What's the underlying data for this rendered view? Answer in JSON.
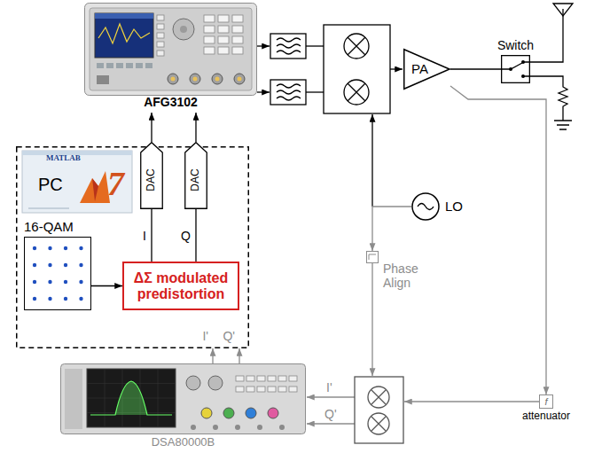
{
  "diagram": {
    "nodes": [
      {
        "text": [
          "PC"
        ]
      },
      {
        "text": [
          "16-QAM"
        ],
        "in": 0
      },
      {
        "text": [
          "ΔΣ modulated predistortion"
        ],
        "in": 0
      },
      {
        "text": [
          "DAC"
        ],
        "in": 0
      },
      {
        "text": [
          "DAC"
        ],
        "in": 0
      },
      {
        "text": [
          "AFG3102"
        ]
      },
      {
        "text": [
          "PA"
        ]
      },
      {
        "text": [
          "Switch"
        ]
      },
      {
        "text": [
          "LO"
        ]
      },
      {
        "text": [
          "Phase Align"
        ]
      },
      {
        "text": [
          "f",
          "attenuator"
        ]
      },
      {
        "text": [
          "DSA80000B"
        ]
      }
    ],
    "edges": [
      {
        "from": 1,
        "to": 2,
        "arrow": "to"
      },
      {
        "from": 2,
        "to": 3,
        "label": "I",
        "arrow": "none"
      },
      {
        "from": 2,
        "to": 4,
        "label": "Q",
        "arrow": "none"
      },
      {
        "from": 3,
        "to": 5,
        "arrow": "to"
      },
      {
        "from": 4,
        "to": 5,
        "arrow": "to"
      },
      {
        "from": 6,
        "to": 7,
        "arrow": "none"
      },
      {
        "from": 6,
        "to": 10,
        "arrow": "to"
      },
      {
        "from": 8,
        "to": 9,
        "arrow": "to"
      },
      {
        "from": 11,
        "to": 0,
        "label": "I'",
        "arrow": "to"
      },
      {
        "from": 11,
        "to": 0,
        "label": "Q'",
        "arrow": "to"
      }
    ],
    "labels": [
      "MATLAB",
      "7",
      "I'",
      "Q'"
    ]
  }
}
